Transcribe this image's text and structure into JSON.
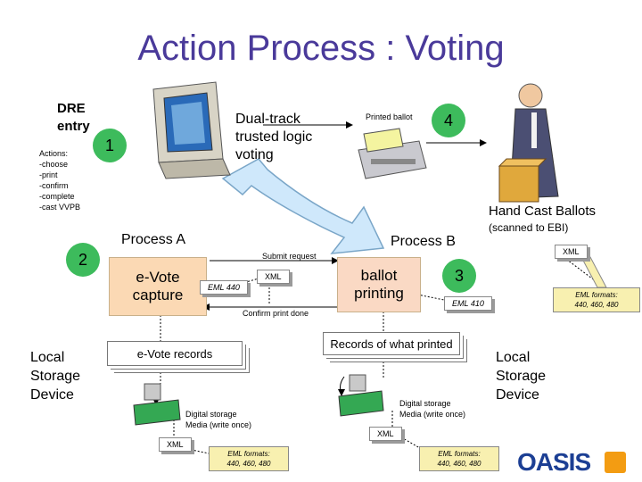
{
  "title": "Action Process : Voting",
  "dre_entry": "DRE\nentry",
  "actions": "Actions:\n-choose\n-print\n-confirm\n-complete\n-cast VVPB",
  "dual_track": "Dual-track\ntrusted logic\nvoting",
  "printed_ballot": "Printed ballot",
  "hand_cast": "Hand Cast Ballots",
  "scanned": "(scanned to EBI)",
  "process_a": "Process A",
  "process_b": "Process B",
  "submit_request": "Submit request",
  "confirm_print": "Confirm print done",
  "evote_capture": "e-Vote\ncapture",
  "ballot_printing": "ballot\nprinting",
  "evote_records": "e-Vote records",
  "records_printed": "Records of what printed",
  "local_storage_left": "Local\nStorage\nDevice",
  "local_storage_right": "Local\nStorage\nDevice",
  "digital_storage_left": "Digital storage\nMedia (write once)",
  "digital_storage_right": "Digital storage\nMedia (write once)",
  "xml": "XML",
  "eml_440": "EML 440",
  "eml_410": "EML 410",
  "eml_formats": "EML formats:\n440, 460, 480",
  "oasis_logo": "OASIS",
  "numbers": [
    "1",
    "2",
    "3",
    "4"
  ],
  "colors": {
    "title": "#4a3a9a",
    "badge": "#3dbb5c",
    "process_a_fill": "#fbd9b4",
    "process_b_fill": "#fad9c4",
    "arrow_fill": "#cfe8fb",
    "callout": "#f8f0b0"
  }
}
